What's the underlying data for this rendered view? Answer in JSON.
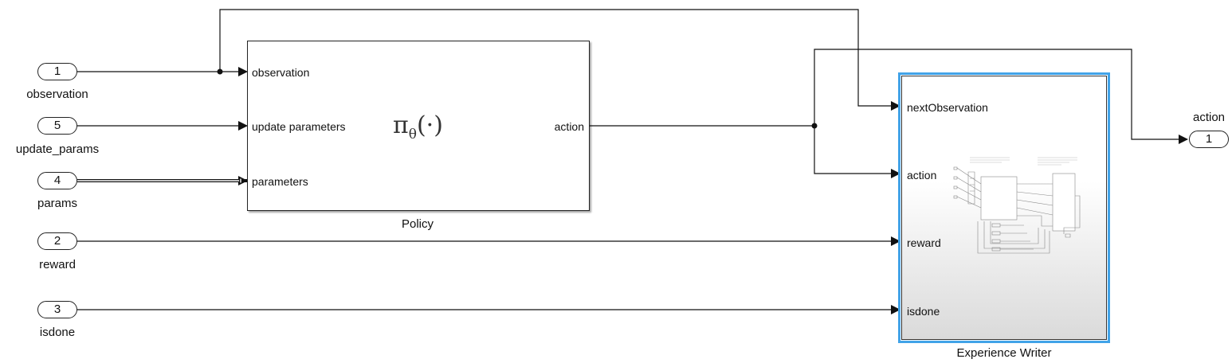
{
  "inports": [
    {
      "number": "1",
      "name": "observation"
    },
    {
      "number": "5",
      "name": "update_params"
    },
    {
      "number": "4",
      "name": "params"
    },
    {
      "number": "2",
      "name": "reward"
    },
    {
      "number": "3",
      "name": "isdone"
    }
  ],
  "outports": [
    {
      "number": "1",
      "name": "action"
    }
  ],
  "policy": {
    "name": "Policy",
    "symbol": "π",
    "symbol_subscript": "θ",
    "symbol_suffix": "(·)",
    "inputs": [
      "observation",
      "update parameters",
      "parameters"
    ],
    "output": "action"
  },
  "experience_writer": {
    "name": "Experience Writer",
    "inputs": [
      "nextObservation",
      "action",
      "reward",
      "isdone"
    ],
    "selected": true,
    "highlight_color": "#41a3e8"
  }
}
